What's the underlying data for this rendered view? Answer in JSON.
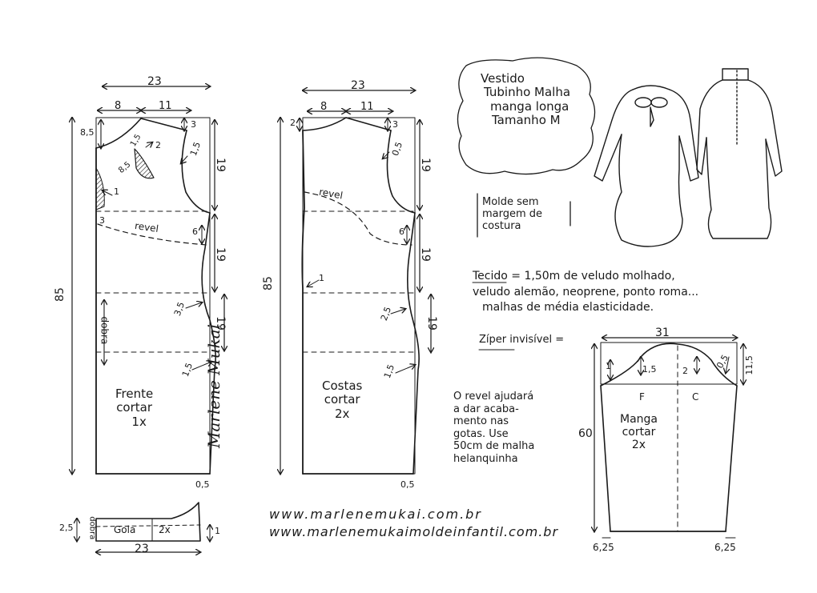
{
  "title": {
    "lines": [
      "Vestido",
      "Tubinho Malha",
      "manga longa",
      "Tamanho M"
    ]
  },
  "note_seam": {
    "lines": [
      "Molde sem",
      "margem de",
      "costura"
    ]
  },
  "fabric": {
    "lines": [
      "Tecido = 1,50m de veludo molhado,",
      "veludo alemão, neoprene, ponto roma...",
      "malhas de média elasticidade."
    ]
  },
  "zipper": "Zíper invisível =",
  "revel_note": {
    "lines": [
      "O revel ajudará",
      "a dar acaba-",
      "mento nas",
      "gotas. Use",
      "50cm de malha",
      "helanquinha"
    ]
  },
  "websites": [
    "www.marlenemukai.com.br",
    "www.marlenemukaimoldeinfantil.com.br"
  ],
  "signature": "Marlene Mukai",
  "front": {
    "label_lines": [
      "Frente",
      "cortar",
      "1x"
    ],
    "width_total": "23",
    "neck_w": "8",
    "shoulder_w": "11",
    "length": "85",
    "armhole_h": "19",
    "waist_h": "19",
    "hip_h": "19",
    "drop_side": "3",
    "armhole_in": "1,5",
    "neck_drop": "8,5",
    "keyhole_a": "1,5",
    "keyhole_b": "2",
    "keyhole_c": "8,5",
    "revel_word": "revel",
    "dobra": "dobra",
    "side_6": "6",
    "waist_in": "3,5",
    "hip_in": "1,5",
    "hem_up": "0,5",
    "arm_1": "1",
    "three": "3"
  },
  "back": {
    "label_lines": [
      "Costas",
      "cortar",
      "2x"
    ],
    "width_total": "23",
    "neck_w": "8",
    "shoulder_w": "11",
    "length": "85",
    "armhole_h": "19",
    "waist_h": "19",
    "hip_h": "19",
    "neck_drop": "2",
    "drop_side": "3",
    "armhole_in": "0,5",
    "revel_word": "revel",
    "side_6": "6",
    "waist_in": "2,5",
    "hip_in": "1,5",
    "hem_up": "0,5",
    "center_1": "1"
  },
  "collar": {
    "label": "Gola",
    "count": "2x",
    "width": "23",
    "height": "2,5",
    "side": "1",
    "dobra": "dobra"
  },
  "sleeve": {
    "label_lines": [
      "Manga",
      "cortar",
      "2x"
    ],
    "width": "31",
    "length": "60",
    "cap_h": "11,5",
    "front_mark": "F",
    "back_mark": "C",
    "v_1": "1",
    "v_15": "1,5",
    "v_2": "2",
    "v_05": "0,5",
    "hem_l": "6,25",
    "hem_r": "6,25"
  }
}
